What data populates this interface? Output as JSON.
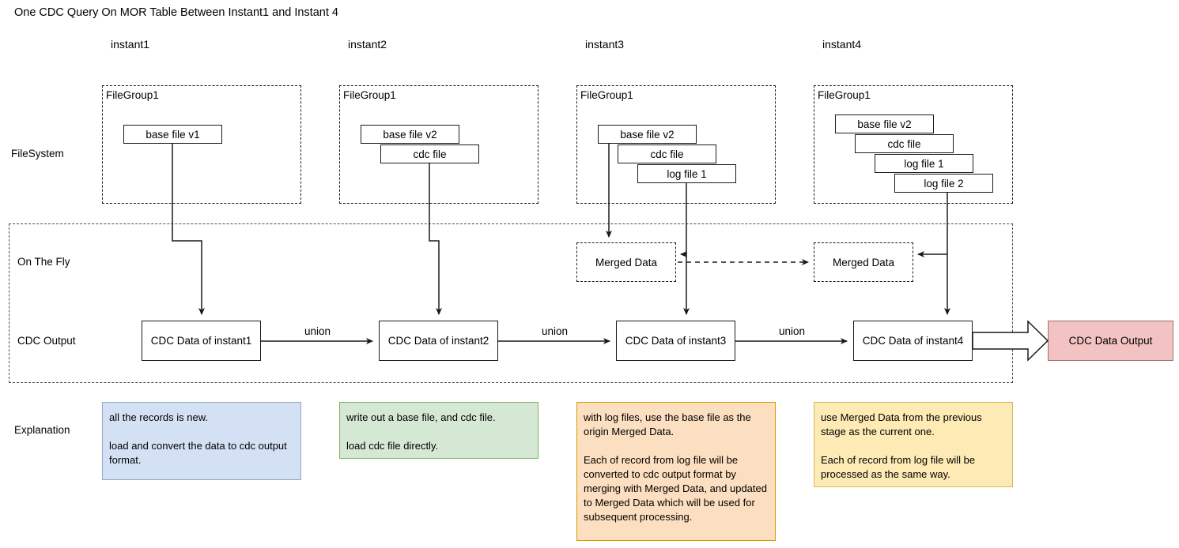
{
  "title": "One CDC Query On MOR Table Between Instant1 and Instant 4",
  "columns": [
    {
      "label": "instant1"
    },
    {
      "label": "instant2"
    },
    {
      "label": "instant3"
    },
    {
      "label": "instant4"
    }
  ],
  "row_labels": {
    "filesystem": "FileSystem",
    "on_the_fly": "On The Fly",
    "cdc_output": "CDC Output",
    "explanation": "Explanation"
  },
  "filegroups": [
    {
      "title": "FileGroup1",
      "files": [
        "base file v1"
      ]
    },
    {
      "title": "FileGroup1",
      "files": [
        "base file v2",
        "cdc file"
      ]
    },
    {
      "title": "FileGroup1",
      "files": [
        "base file v2",
        "cdc file",
        "log file 1"
      ]
    },
    {
      "title": "FileGroup1",
      "files": [
        "base file v2",
        "cdc file",
        "log file 1",
        "log file 2"
      ]
    }
  ],
  "merged_data": [
    {
      "label": "Merged Data"
    },
    {
      "label": "Merged Data"
    }
  ],
  "cdc_boxes": [
    {
      "label": "CDC Data of instant1"
    },
    {
      "label": "CDC Data of instant2"
    },
    {
      "label": "CDC Data of instant3"
    },
    {
      "label": "CDC Data of instant4"
    }
  ],
  "union_labels": [
    "union",
    "union",
    "union"
  ],
  "output": {
    "label": "CDC Data Output",
    "fill": "#f3c3c3",
    "stroke": "#9e7070"
  },
  "explanations": [
    {
      "text": "all the records is new.\n\nload and convert the data to cdc output format.",
      "fill": "#d4e1f5",
      "stroke": "#8ea9cf"
    },
    {
      "text": "write out a base file, and cdc file.\n\nload cdc file directly.",
      "fill": "#d5e8d4",
      "stroke": "#82b366"
    },
    {
      "text": "with log files, use the base file as the origin Merged Data.\n\nEach of record from log file will be converted to cdc output format by merging with Merged Data, and updated to Merged Data which will be used for subsequent processing.",
      "fill": "#fbdfc0",
      "stroke": "#d79b00"
    },
    {
      "text": "use Merged Data from the previous stage as the current one.\n\nEach of record from log file will be processed as the same way.",
      "fill": "#fdeab5",
      "stroke": "#d6b656"
    }
  ],
  "colors": {
    "line": "#1a1a1a",
    "section_border": "#4d4d4d",
    "background": "#ffffff"
  }
}
